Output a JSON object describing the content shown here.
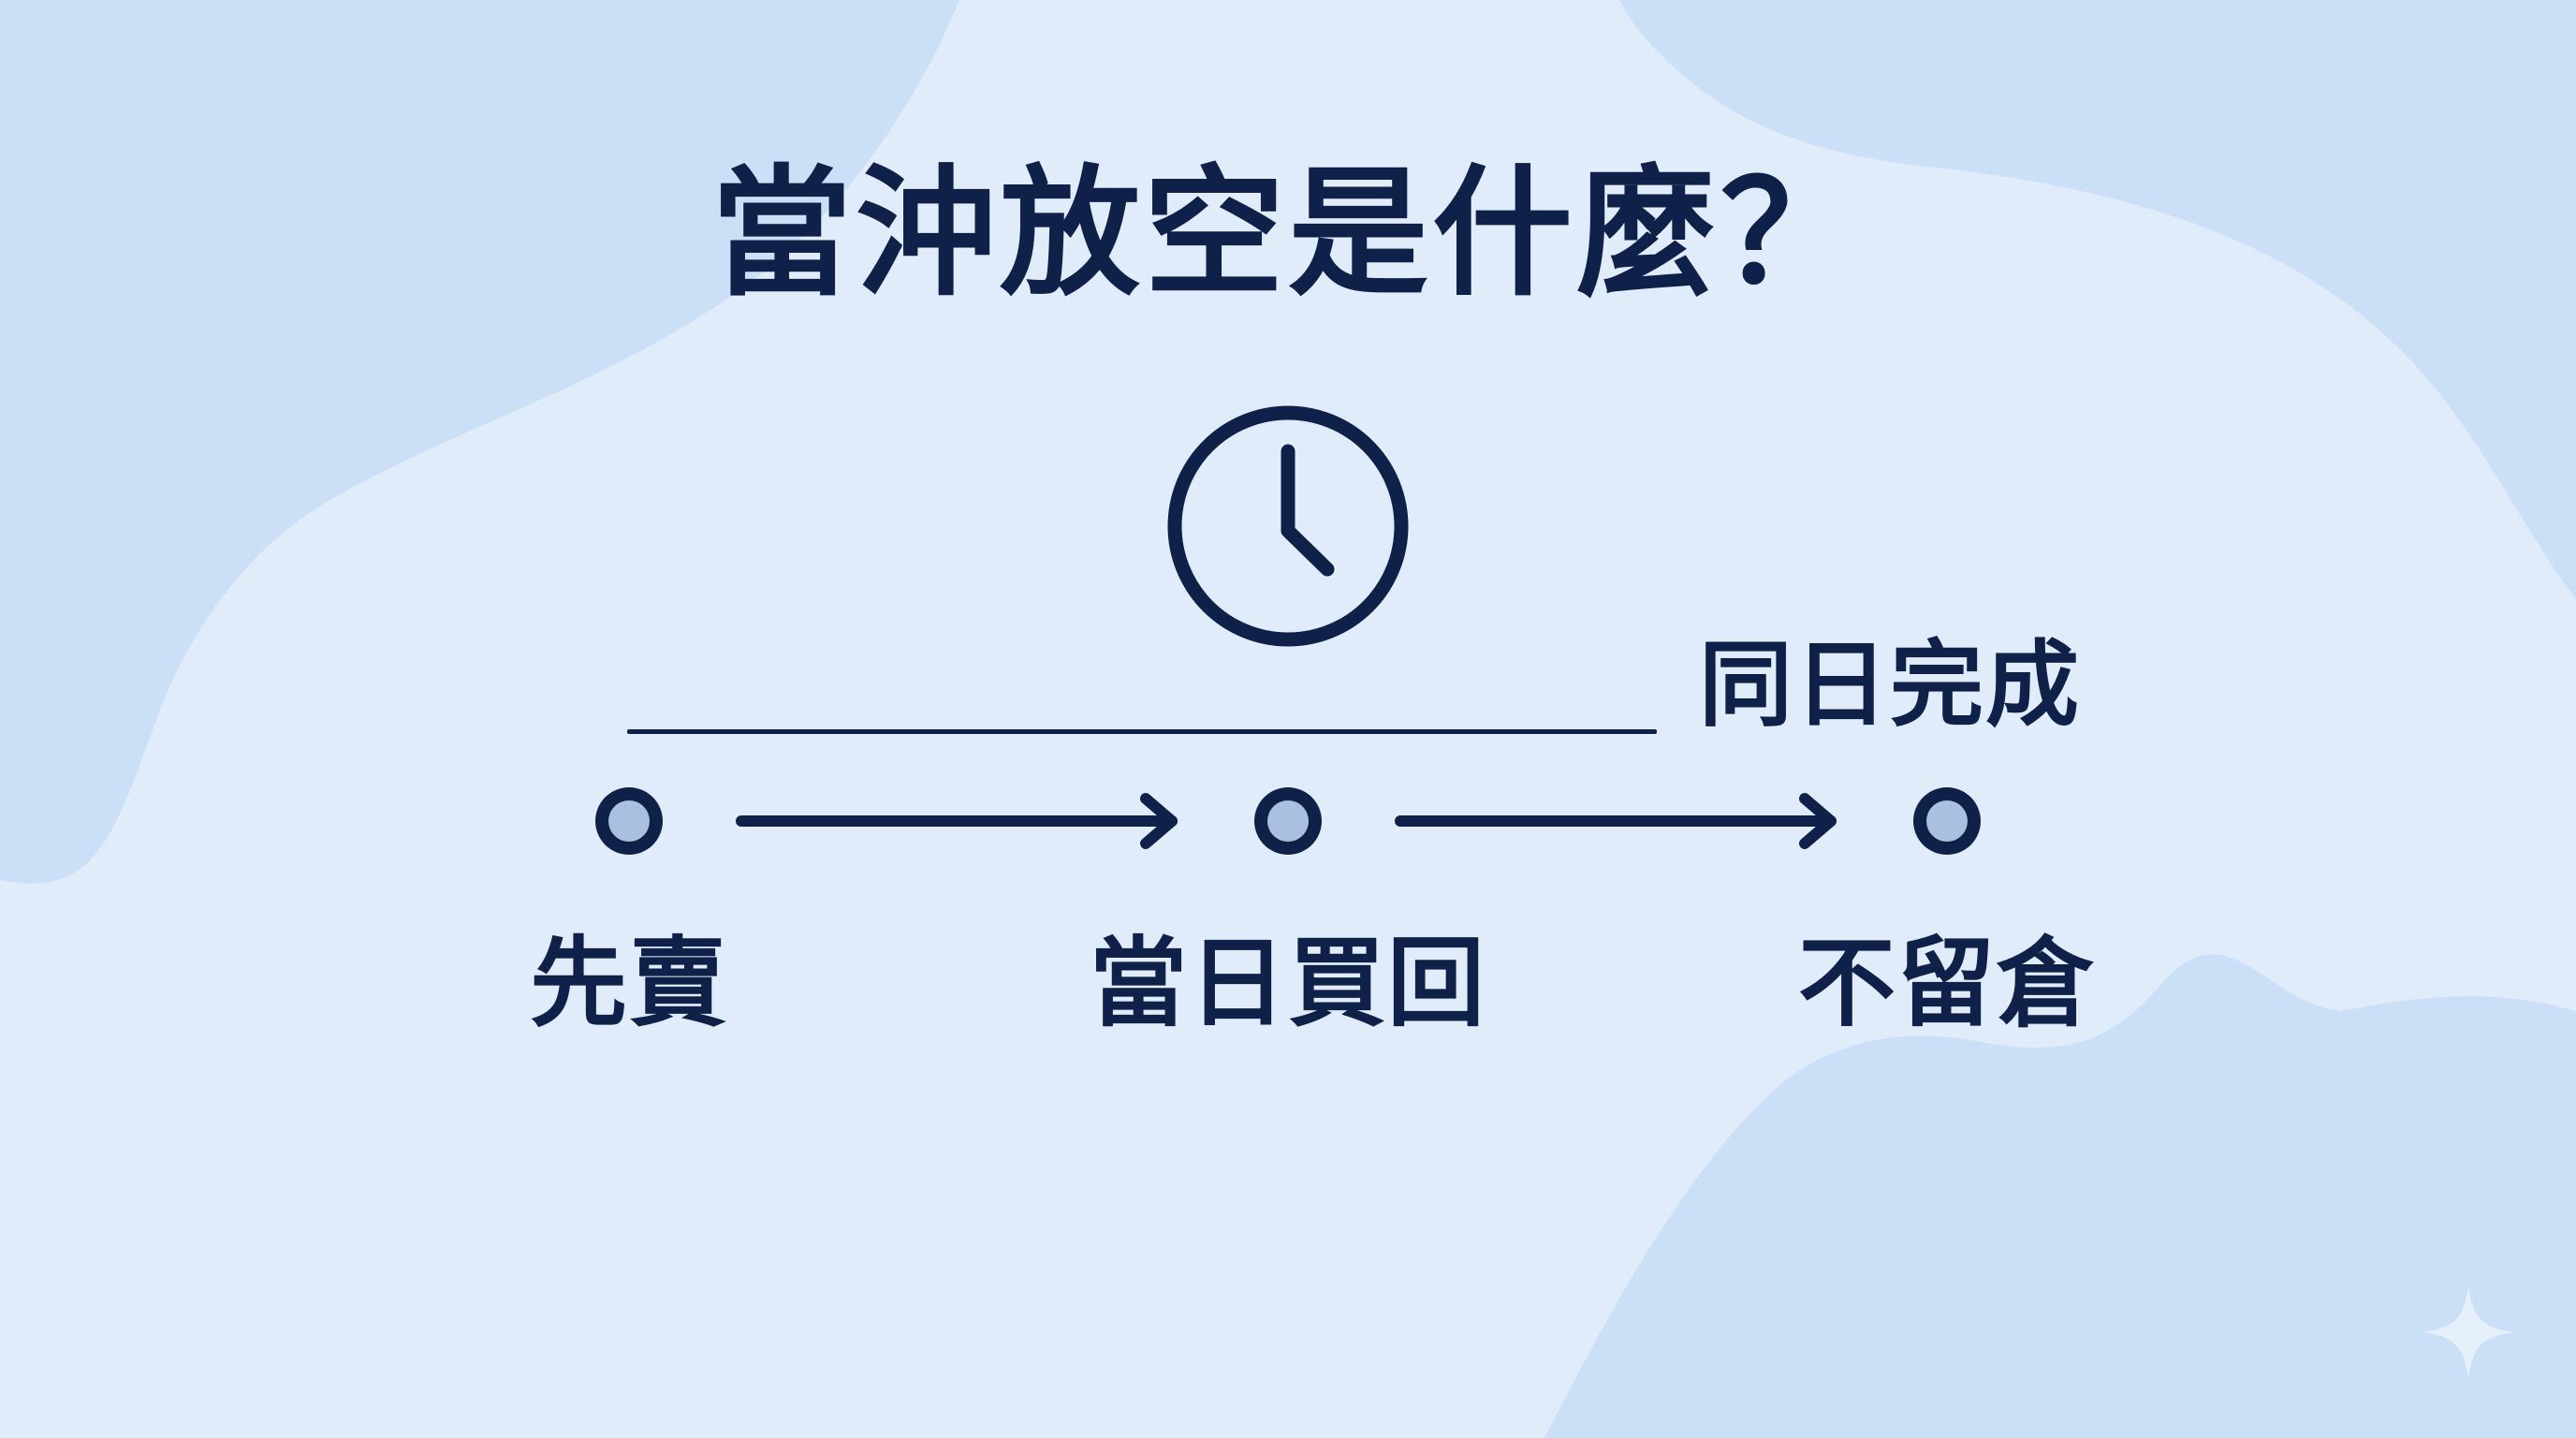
{
  "title": "當沖放空是什麼？",
  "clock": {
    "icon": "clock-icon"
  },
  "timeline": {
    "summary_label": "同日完成",
    "steps": [
      {
        "label": "先賣"
      },
      {
        "label": "當日買回"
      },
      {
        "label": "不留倉"
      }
    ]
  },
  "colors": {
    "background": "#e0ecfa",
    "blob": "#cbdff6",
    "ink": "#0f2148",
    "node_fill": "#a9c0e0",
    "sparkle": "#e6f0fb"
  }
}
